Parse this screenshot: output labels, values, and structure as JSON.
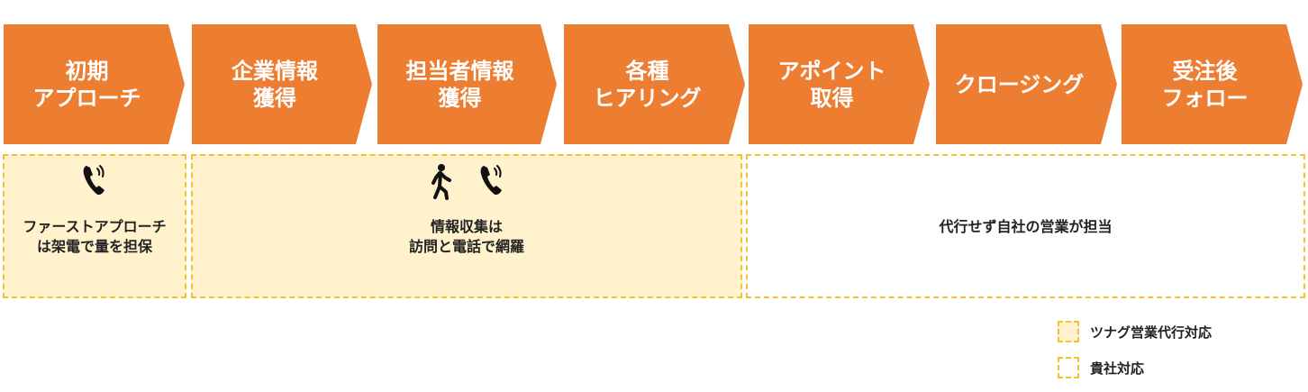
{
  "steps": [
    {
      "label": "初期\nアプローチ"
    },
    {
      "label": "企業情報\n獲得"
    },
    {
      "label": "担当者情報\n獲得"
    },
    {
      "label": "各種\nヒアリング"
    },
    {
      "label": "アポイント\n取得"
    },
    {
      "label": "クロージング"
    },
    {
      "label": "受注後\nフォロー"
    }
  ],
  "boxes": {
    "first": {
      "text": "ファーストアプローチ\nは架電で量を担保",
      "icons": [
        "phone-icon"
      ]
    },
    "second": {
      "text": "情報収集は\n訪問と電話で網羅",
      "icons": [
        "walking-person-icon",
        "phone-icon"
      ]
    },
    "third": {
      "text": "代行せず自社の営業が担当",
      "icons": []
    }
  },
  "legend": {
    "agency": "ツナグ営業代行対応",
    "client": "貴社対応"
  },
  "colors": {
    "step": "#ED7D31",
    "agency_fill": "#FFF2CC",
    "dash_border": "#F2C230"
  }
}
